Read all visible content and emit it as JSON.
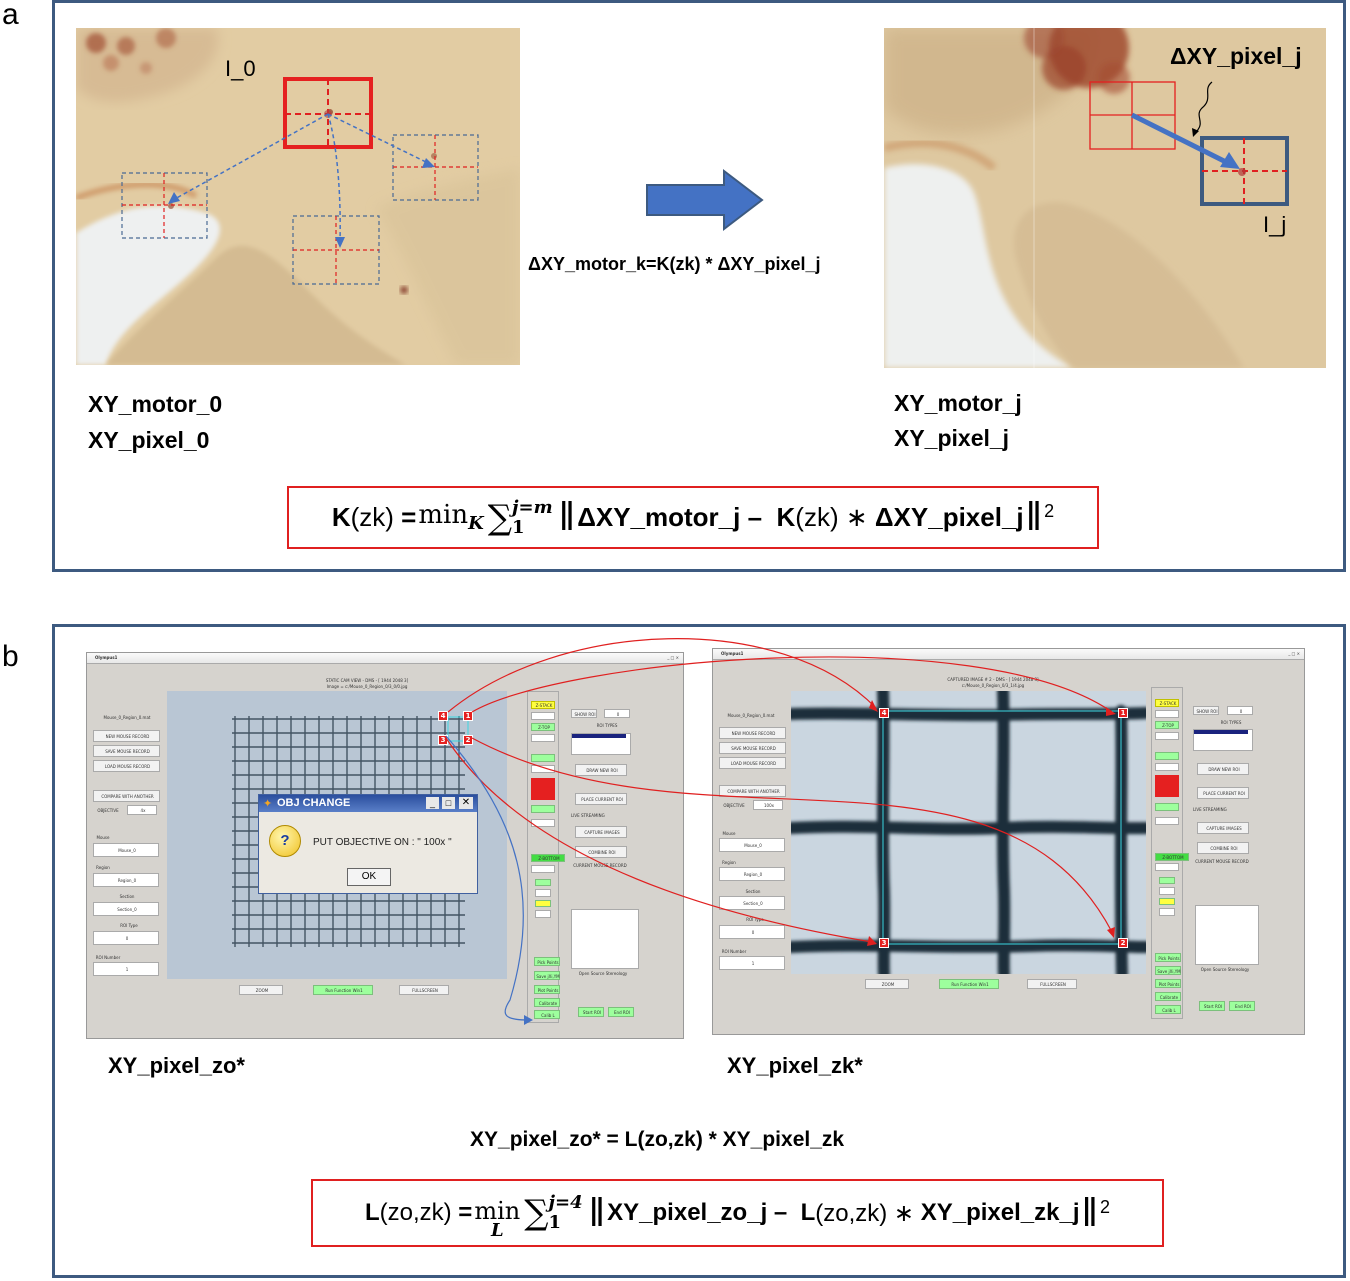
{
  "panel_a": {
    "label": "a",
    "left_image": {
      "roi_label": "I_0",
      "caption_line1": "XY_motor_0",
      "caption_line2": "XY_pixel_0"
    },
    "arrow_label": "ΔXY_motor_k=K(zk) * ΔXY_pixel_j",
    "right_image": {
      "delta_label": "ΔXY_pixel_j",
      "roi_label": "I_j",
      "caption_line1": "XY_motor_j",
      "caption_line2": "XY_pixel_j"
    },
    "formula": {
      "lhs_sym": "K",
      "lhs_arg": "(zk)",
      "eq": " =",
      "min_op": "min",
      "min_sub": "K",
      "sum_upper": "j=m",
      "sum_lower": "1",
      "term1": "ΔXY_motor_j",
      "minus": " –  ",
      "k_sym": "K",
      "k_arg": "(zk) ∗ ",
      "term2": "ΔXY_pixel_j",
      "power": "2"
    }
  },
  "panel_b": {
    "label": "b",
    "left_window": {
      "title": "Olympus1",
      "header_line1": "STATIC CAM VIEW - DMS - [ 1944  2048   3]",
      "header_line2": "Image = c:/Mouse_0_Region_0/3_0/0.jpg",
      "side_title": "Mouse_0_Region_0.mat",
      "btn_new": "NEW MOUSE RECORD",
      "btn_save": "SAVE MOUSE RECORD",
      "btn_load": "LOAD MOUSE RECORD",
      "btn_compare": "COMPARE WITH ANOTHER",
      "objective_label": "OBJECTIVE",
      "objective_value": "4x",
      "mouse_label": "Mouse",
      "mouse_value": "Mouse_0",
      "region_label": "Region",
      "region_value": "Region_0",
      "section_label": "Section",
      "section_value": "Section_0",
      "roi_type_label": "ROI Type",
      "roi_type_value": "0",
      "roi_number_label": "ROI Number",
      "roi_number_value": "1",
      "zoom": "ZOOM",
      "run_function": "Run Function Win1",
      "fullscreen": "FULLSCREEN",
      "z_stack": "Z-STACK",
      "z_top": "Z-TOP",
      "z_bottom": "Z-BOTTOM",
      "show_roi": "SHOW ROI",
      "show_roi_value": "0",
      "roi_types": "ROI TYPES",
      "draw_new_roi": "DRAW NEW ROI",
      "place_current_roi": "PLACE CURRENT ROI",
      "live_streaming": "LIVE STREAMING",
      "capture_images": "CAPTURE IMAGES",
      "combine_roi": "COMBINE ROI",
      "current_mouse_record": "CURRENT MOUSE RECORD",
      "pick_points": "Pick Points",
      "save_xy": "Save jXi,YM",
      "plot_points": "Plot Points",
      "calibrate": "Calibrate",
      "calib": "Calib L",
      "start_roi": "Start ROI",
      "end_roi": "End ROI",
      "open_source": "Open Source Stereology",
      "markers": [
        "4",
        "1",
        "3",
        "2"
      ]
    },
    "dialog": {
      "title": "OBJ CHANGE",
      "message": "PUT OBJECTIVE ON : \" 100x \"",
      "ok": "OK",
      "question_mark": "?"
    },
    "right_window": {
      "title": "Olympus1",
      "header_line1": "CAPTURED IMAGE # 2 - DMS - [ 1944  2048   3]",
      "header_line2": "c:/Mouse_0_Region_0/3_1/4.jpg",
      "objective_value": "100x",
      "markers": [
        "4",
        "1",
        "3",
        "2"
      ]
    },
    "caption_left": "XY_pixel_zo*",
    "caption_right": "XY_pixel_zk*",
    "equation": "XY_pixel_zo* = L(zo,zk) * XY_pixel_zk",
    "formula": {
      "lhs_sym": "L",
      "lhs_arg": "(zo,zk)",
      "eq": " =",
      "min_op": "min",
      "min_sub": "L",
      "sum_upper": "j=4",
      "sum_lower": "1",
      "term1": "XY_pixel_zo_j",
      "minus": " –  ",
      "l_sym": "L",
      "l_arg": "(zo,zk) ∗ ",
      "term2": "XY_pixel_zk_j",
      "power": "2"
    }
  },
  "colors": {
    "frame": "#3d5a80",
    "roi_red": "#e02020",
    "arrow_blue": "#4472c4",
    "grid_dark": "#2a3a4a",
    "button_green": "#9dff9d"
  }
}
